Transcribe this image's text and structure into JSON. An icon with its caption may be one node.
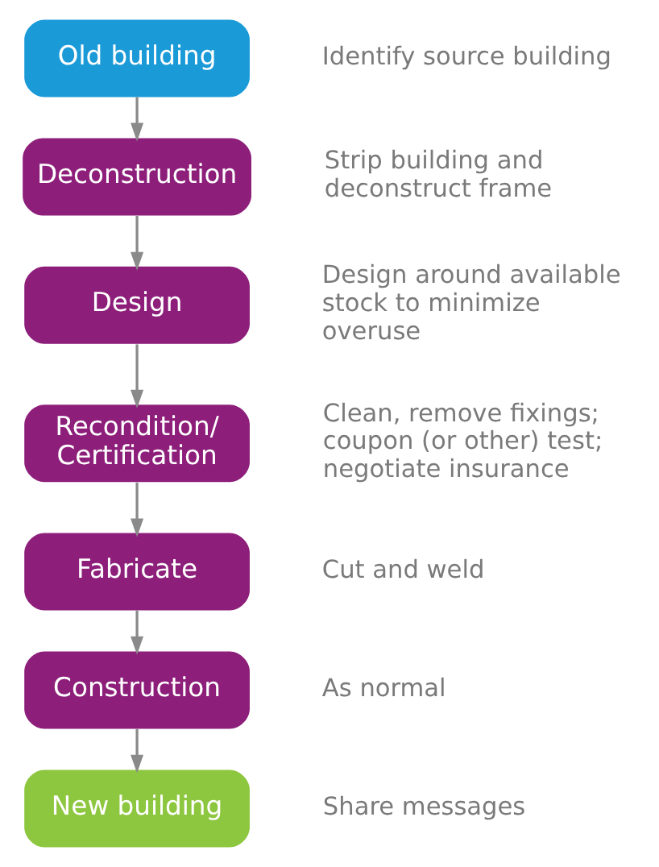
{
  "diagram": {
    "nodes": [
      {
        "text": [
          "Old building"
        ],
        "beside": [
          "Identify source building"
        ]
      },
      {
        "text": [
          "Deconstruction"
        ],
        "beside": [
          "Strip building and deconstruct frame"
        ]
      },
      {
        "text": [
          "Design"
        ],
        "beside": [
          "Design around available stock to minimize overuse"
        ]
      },
      {
        "text": [
          "Recondition/ Certification"
        ],
        "beside": [
          "Clean, remove fixings; coupon (or other) test; negotiate insurance"
        ]
      },
      {
        "text": [
          "Fabricate"
        ],
        "beside": [
          "Cut and weld"
        ]
      },
      {
        "text": [
          "Construction"
        ],
        "beside": [
          "As normal"
        ]
      },
      {
        "text": [
          "New building"
        ],
        "beside": [
          "Share messages"
        ]
      }
    ],
    "edges": [
      {
        "from": 0,
        "to": 1,
        "arrow": "to"
      },
      {
        "from": 1,
        "to": 2,
        "arrow": "to"
      },
      {
        "from": 2,
        "to": 3,
        "arrow": "to"
      },
      {
        "from": 3,
        "to": 4,
        "arrow": "to"
      },
      {
        "from": 4,
        "to": 5,
        "arrow": "to"
      },
      {
        "from": 5,
        "to": 6,
        "arrow": "to"
      }
    ]
  }
}
